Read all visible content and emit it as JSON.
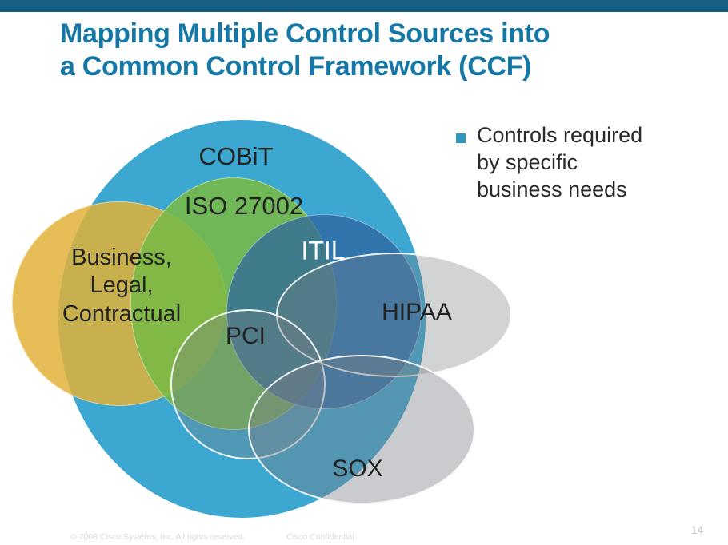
{
  "slide": {
    "title": [
      "Mapping Multiple Control Sources into",
      "a Common Control Framework (CCF)"
    ],
    "title_color": "#1577A6",
    "top_bar_color": "#175F85"
  },
  "bullet": {
    "marker_color": "#2E96BF",
    "lines": [
      "Controls required",
      "by specific",
      "business needs"
    ]
  },
  "diagram": {
    "type": "venn-overlapping-ellipses",
    "labels": {
      "cobit": "COBiT",
      "iso": "ISO 27002",
      "business": [
        "Business,",
        "Legal,",
        "Contractual"
      ],
      "itil": "ITIL",
      "hipaa": "HIPAA",
      "pci": "PCI",
      "sox": "SOX"
    },
    "colors": {
      "cobit": "#3CA7D0",
      "business": "rgba(226,178,56,0.85)",
      "iso": "rgba(120,185,70,0.88)",
      "itil": "rgba(45,100,160,0.72)",
      "hipaa": "rgba(120,126,132,0.34)",
      "pci": "rgba(120,126,132,0.34)",
      "sox": "rgba(120,126,132,0.40)"
    }
  },
  "footer": {
    "copyright": "© 2008 Cisco Systems, Inc. All rights reserved.",
    "confidential": "Cisco Confidential",
    "page_number": "14"
  }
}
